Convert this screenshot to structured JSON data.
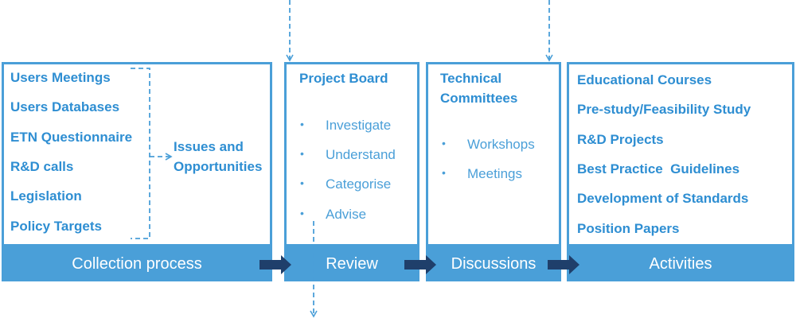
{
  "collection": {
    "items": [
      "Users Meetings",
      "Users Databases",
      "ETN Questionnaire",
      "R&D calls",
      "Legislation",
      "Policy Targets"
    ],
    "result_line1": "Issues and",
    "result_line2": "Opportunities",
    "label": "Collection process"
  },
  "review": {
    "heading": "Project Board",
    "bullets": [
      "Investigate",
      "Understand",
      "Categorise",
      "Advise"
    ],
    "label": "Review"
  },
  "discussions": {
    "heading_line1": "Technical",
    "heading_line2": "Committees",
    "bullets": [
      "Workshops",
      "Meetings"
    ],
    "label": "Discussions"
  },
  "activities": {
    "items": [
      "Educational Courses",
      "Pre-study/Feasibility Study",
      "R&D Projects",
      "Best Practice  Guidelines",
      "Development of Standards",
      "Position Papers"
    ],
    "label": "Activities"
  },
  "colors": {
    "accent": "#4a9fd8",
    "text": "#2e8ed2",
    "arrow": "#1f3f6b"
  }
}
